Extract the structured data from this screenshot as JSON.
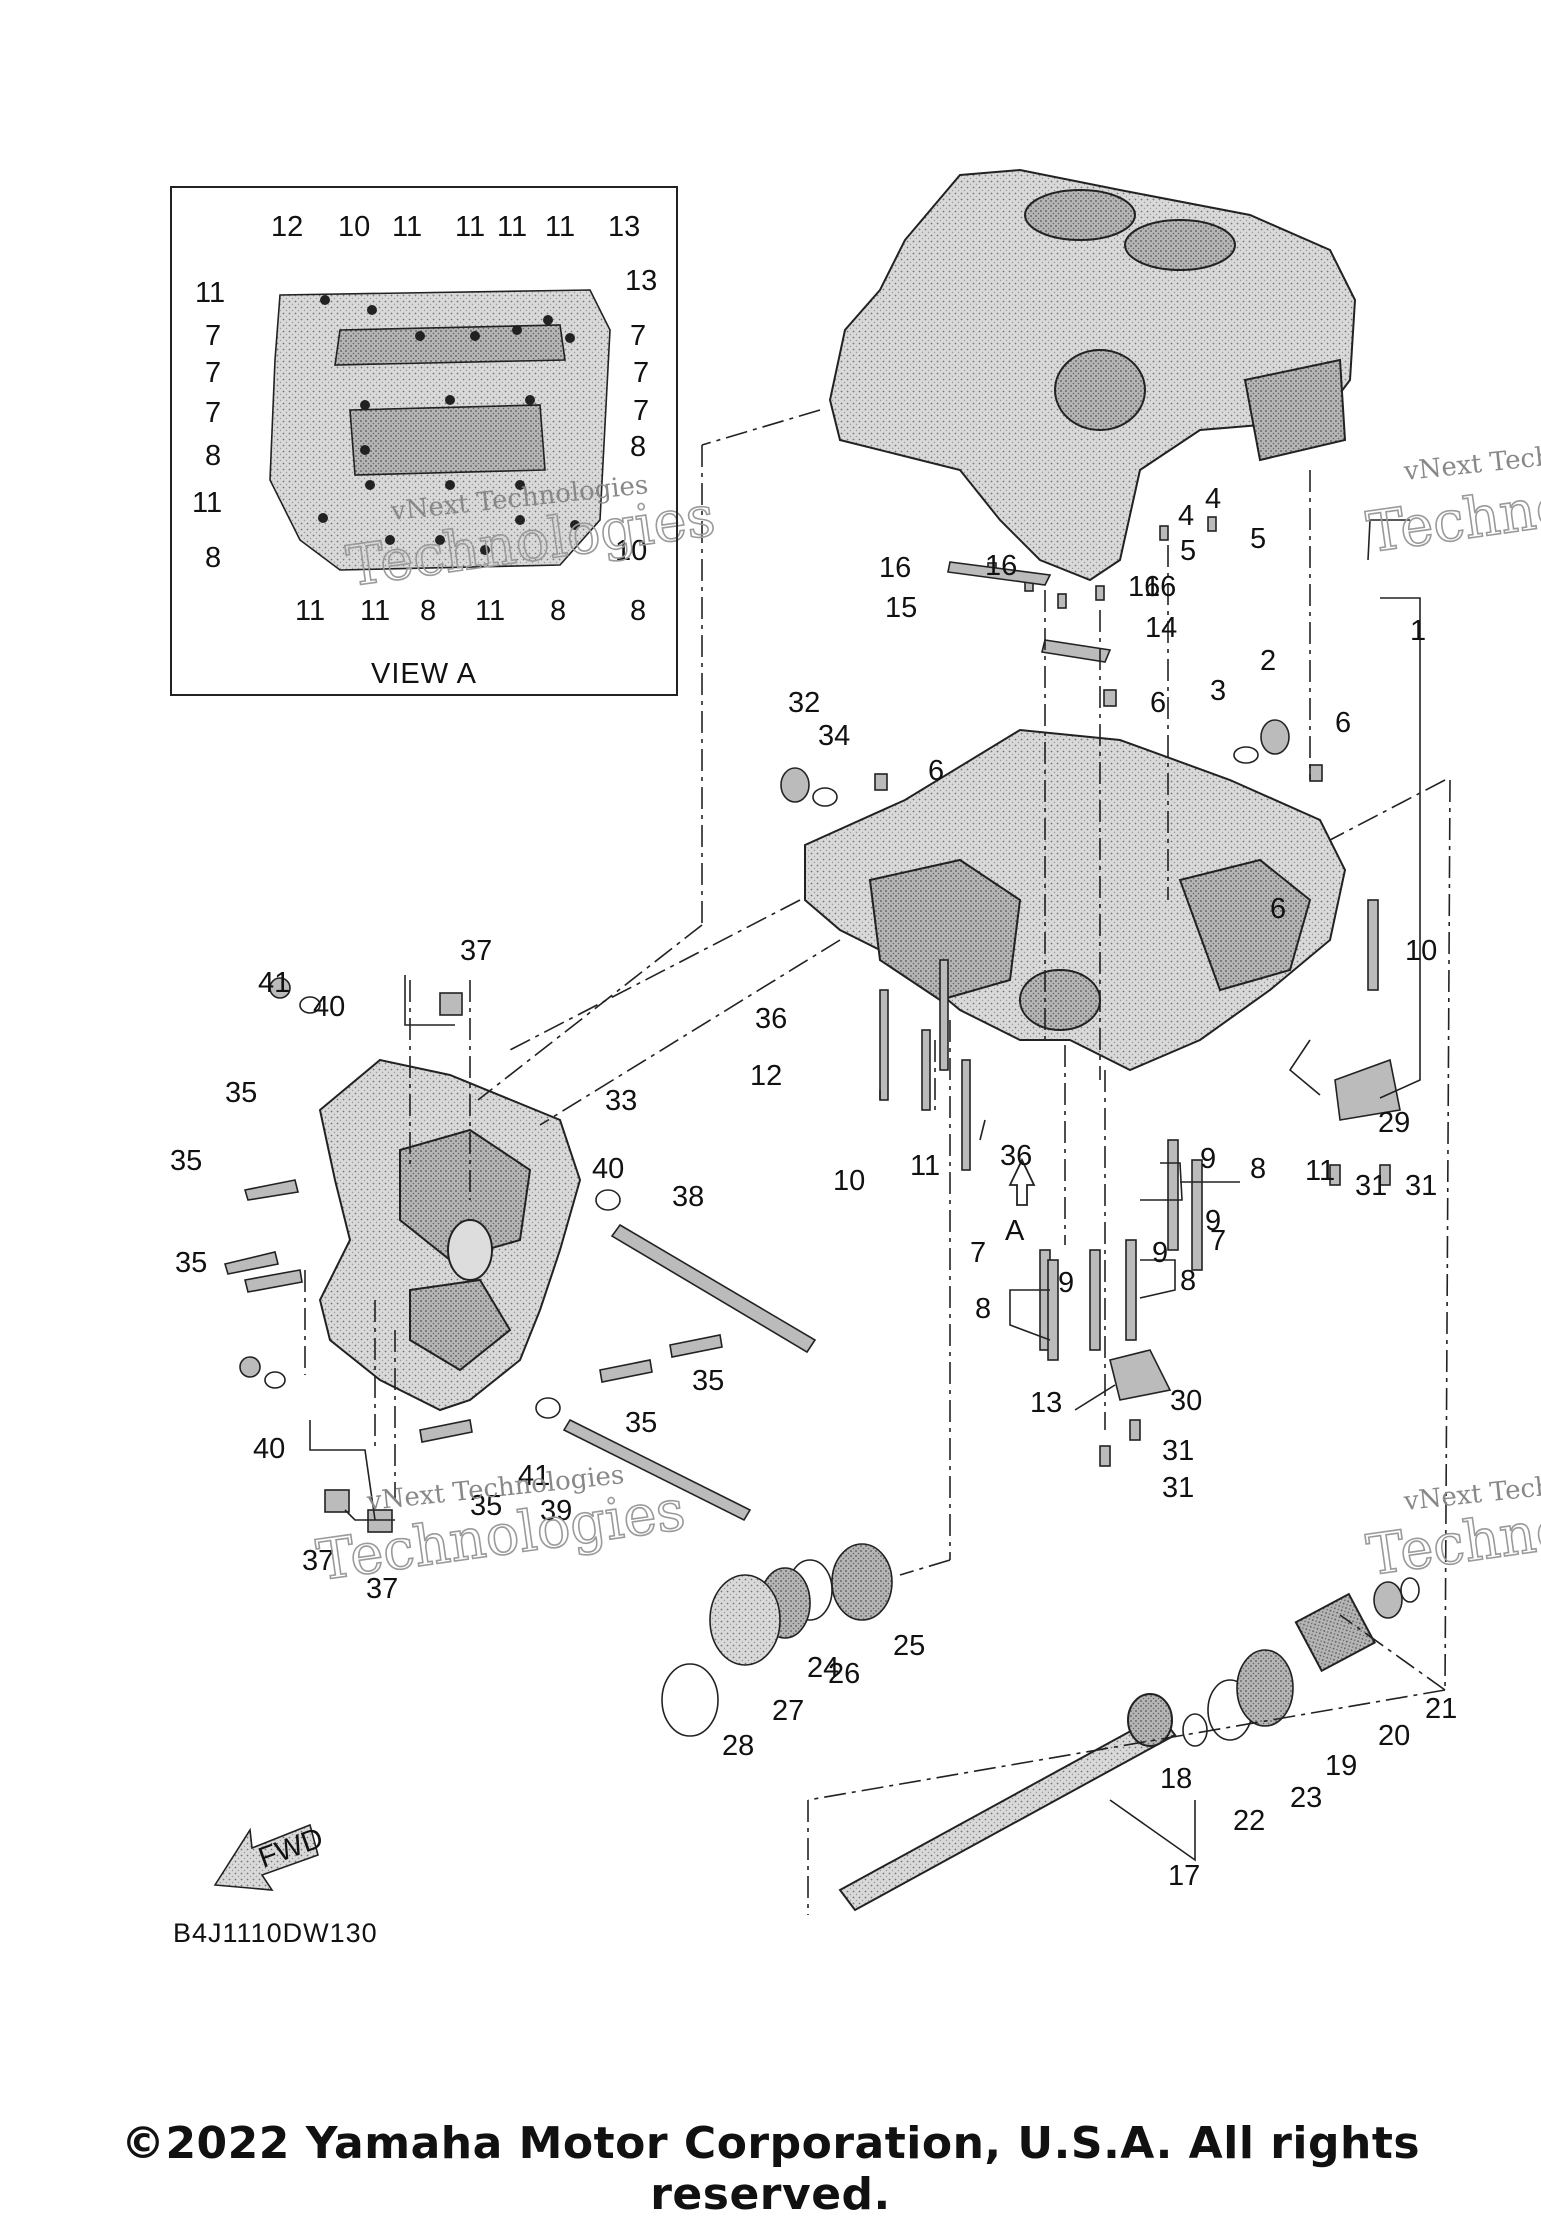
{
  "view_a": {
    "label": "VIEW A",
    "callouts": [
      "12",
      "10",
      "11",
      "11",
      "11",
      "11",
      "13",
      "11",
      "13",
      "7",
      "7",
      "7",
      "7",
      "7",
      "7",
      "8",
      "8",
      "11",
      "10",
      "8",
      "11",
      "11",
      "8",
      "11",
      "8",
      "8"
    ]
  },
  "arrow_a_label": "A",
  "callouts": [
    "1",
    "2",
    "3",
    "4",
    "4",
    "5",
    "5",
    "6",
    "6",
    "6",
    "6",
    "7",
    "7",
    "8",
    "8",
    "8",
    "9",
    "9",
    "9",
    "9",
    "10",
    "10",
    "11",
    "11",
    "12",
    "13",
    "14",
    "15",
    "16",
    "16",
    "16",
    "16",
    "17",
    "18",
    "19",
    "20",
    "21",
    "22",
    "23",
    "24",
    "25",
    "26",
    "27",
    "28",
    "29",
    "30",
    "31",
    "31",
    "31",
    "31",
    "32",
    "33",
    "34",
    "35",
    "35",
    "35",
    "35",
    "35",
    "35",
    "36",
    "36",
    "37",
    "37",
    "37",
    "38",
    "39",
    "40",
    "40",
    "40",
    "41",
    "41"
  ],
  "fwd_label": "FWD",
  "diagram_code": "B4J1110DW130",
  "watermarks": [
    "vNext Technologies",
    "vNext Technologies",
    "vNext Technologies",
    "vNext Technologies",
    "Technologies",
    "Technologies",
    "Technologies",
    "Technologies"
  ],
  "copyright": "©2022 Yamaha Motor Corporation, U.S.A. All rights reserved.",
  "colors": {
    "ink": "#111111",
    "part_fill": "#cfcfcf",
    "part_shadow": "#8a8a8a",
    "watermark": "#9a9a9a"
  }
}
